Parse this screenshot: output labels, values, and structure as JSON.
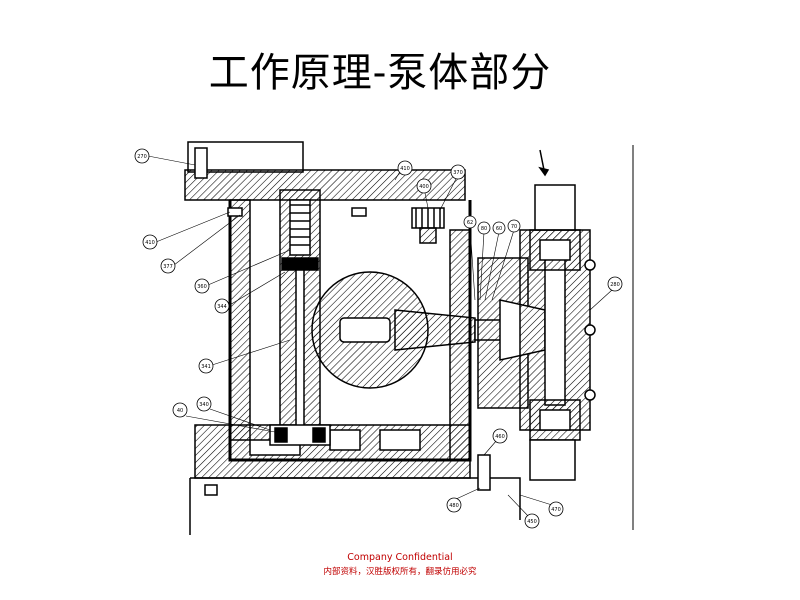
{
  "slide": {
    "title": "工作原理-泵体部分",
    "footer_line1": "Company Confidential",
    "footer_line2": "内部资料，汉胜版权所有，翻录仿用必究"
  },
  "diagram": {
    "callouts": [
      "270",
      "410",
      "400",
      "370",
      "410",
      "377",
      "360",
      "344",
      "341",
      "40",
      "340",
      "62",
      "80",
      "60",
      "70",
      "280",
      "460",
      "480",
      "450",
      "470"
    ]
  },
  "colors": {
    "title": "#000000",
    "footer": "#c00000",
    "line": "#000000"
  }
}
